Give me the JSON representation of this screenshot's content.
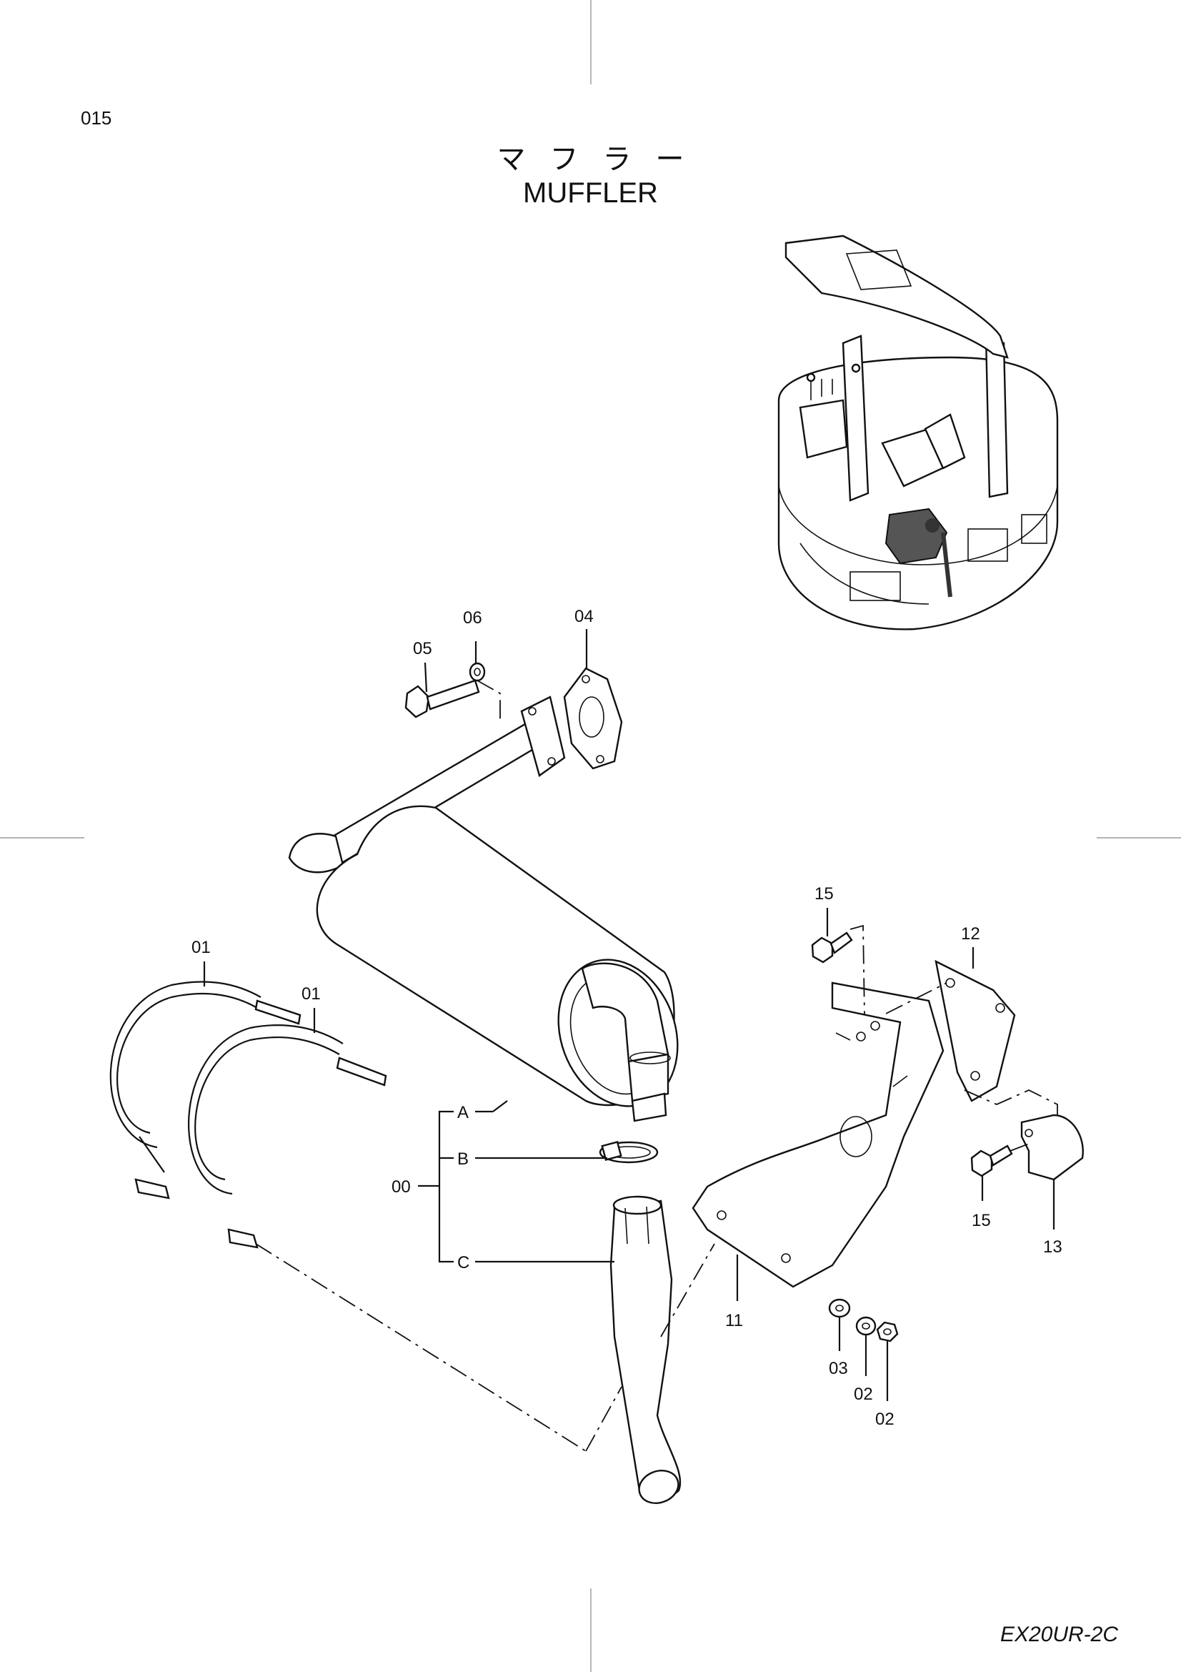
{
  "page": {
    "page_number": "015",
    "title_jp": "マフラー",
    "title_en": "MUFFLER",
    "model_code": "EX20UR-2C"
  },
  "callouts": [
    {
      "id": "c-05",
      "label": "05"
    },
    {
      "id": "c-06",
      "label": "06"
    },
    {
      "id": "c-04",
      "label": "04"
    },
    {
      "id": "c-01a",
      "label": "01"
    },
    {
      "id": "c-01b",
      "label": "01"
    },
    {
      "id": "c-15a",
      "label": "15"
    },
    {
      "id": "c-12",
      "label": "12"
    },
    {
      "id": "c-A",
      "label": "A"
    },
    {
      "id": "c-B",
      "label": "B"
    },
    {
      "id": "c-00",
      "label": "00"
    },
    {
      "id": "c-C",
      "label": "C"
    },
    {
      "id": "c-15b",
      "label": "15"
    },
    {
      "id": "c-13",
      "label": "13"
    },
    {
      "id": "c-11",
      "label": "11"
    },
    {
      "id": "c-03",
      "label": "03"
    },
    {
      "id": "c-02a",
      "label": "02"
    },
    {
      "id": "c-02b",
      "label": "02"
    }
  ]
}
